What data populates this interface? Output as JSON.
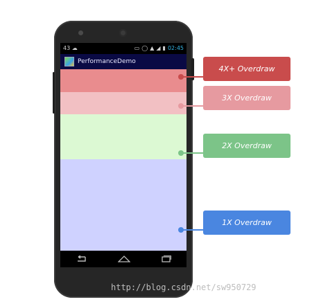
{
  "status_bar": {
    "left_text": "43",
    "time": "02:45"
  },
  "app_bar": {
    "title": "PerformanceDemo"
  },
  "legend": [
    {
      "label": "4X+ Overdraw",
      "color": "#c94c4c",
      "band_color": "#e98c8e"
    },
    {
      "label": "3X Overdraw",
      "color": "#e69aa0",
      "band_color": "#f2c0c3"
    },
    {
      "label": "2X Overdraw",
      "color": "#7cc488",
      "band_color": "#dcf9d3"
    },
    {
      "label": "1X Overdraw",
      "color": "#4a86e0",
      "band_color": "#cfd2ff"
    }
  ],
  "watermark": "http://blog.csdn.net/sw950729"
}
